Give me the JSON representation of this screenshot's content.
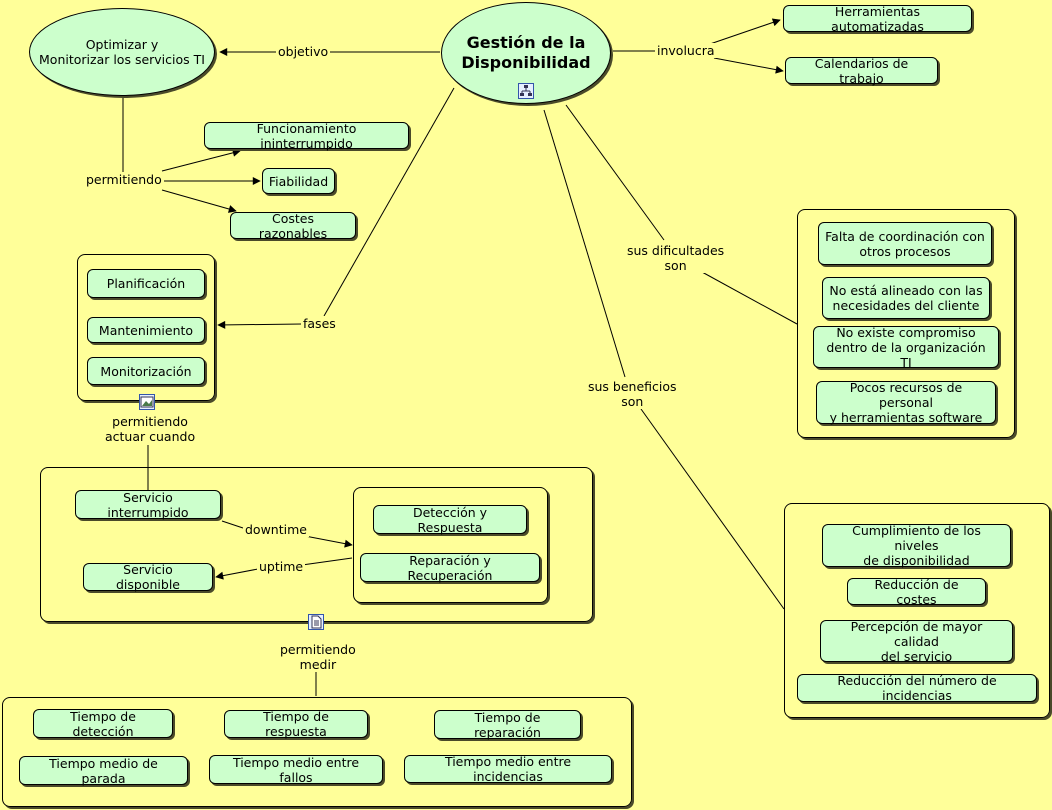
{
  "root": {
    "title": "Gestión de la\nDisponibilidad"
  },
  "objective": {
    "text": "Optimizar y\nMonitorizar los servicios TI"
  },
  "links": {
    "objetivo": "objetivo",
    "involucra": "involucra",
    "permitiendo": "permitiendo",
    "fases": "fases",
    "dificultades": "sus dificultades\nson",
    "beneficios": "sus beneficios\nson",
    "actuar": "permitiendo\nactuar cuando",
    "downtime": "downtime",
    "uptime": "uptime",
    "medir": "permitiendo\nmedir"
  },
  "involves": [
    "Herramientas automatizadas",
    "Calendarios de trabajo"
  ],
  "allows": [
    "Funcionamiento ininterrumpido",
    "Fiabilidad",
    "Costes razonables"
  ],
  "phases": [
    "Planificación",
    "Mantenimiento",
    "Monitorización"
  ],
  "difficulties": [
    "Falta de coordinación con\notros procesos",
    "No está alineado con las\nnecesidades del cliente",
    "No existe compromiso\ndentro de la organización TI",
    "Pocos recursos de personal\ny herramientas software"
  ],
  "benefits": [
    "Cumplimiento de los niveles\nde disponibilidad",
    "Reducción de costes",
    "Percepción de mayor calidad\ndel servicio",
    "Reducción del número de incidencias"
  ],
  "states": {
    "interrupted": "Servicio interrumpido",
    "available": "Servicio disponible"
  },
  "responses": [
    "Detección y Respuesta",
    "Reparación y Recuperación"
  ],
  "metrics": [
    "Tiempo de detección",
    "Tiempo de respuesta",
    "Tiempo de reparación",
    "Tiempo medio de parada",
    "Tiempo medio entre fallos",
    "Tiempo medio entre incidencias"
  ],
  "icons": {
    "root": "hierarchy-icon",
    "phases": "image-icon",
    "states": "document-icon"
  },
  "colors": {
    "background": "#ffff99",
    "node": "#ccffcc",
    "line": "#000000"
  }
}
